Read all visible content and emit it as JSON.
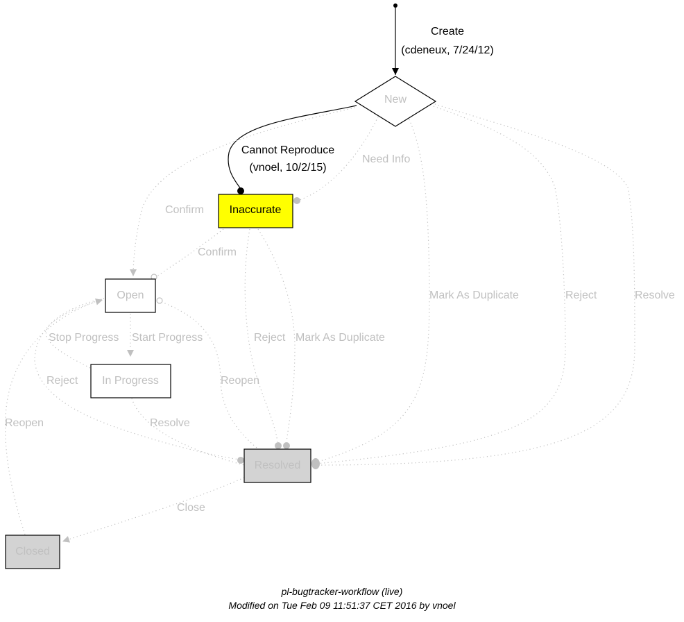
{
  "workflow": {
    "name_line": "pl-bugtracker-workflow (live)",
    "modified_line": "Modified on Tue Feb 09 11:51:37 CET 2016 by vnoel"
  },
  "colors": {
    "inactive_text": "#c0c0c0",
    "inactive_edge": "#c0c0c0",
    "current_state_fill": "#ffff00",
    "terminal_state_fill": "#d3d3d3",
    "active_edge": "#000000"
  },
  "states": {
    "new": {
      "label": "New",
      "shape": "diamond"
    },
    "inaccurate": {
      "label": "Inaccurate",
      "current": true
    },
    "open": {
      "label": "Open"
    },
    "in_progress": {
      "label": "In Progress"
    },
    "resolved": {
      "label": "Resolved",
      "terminal": true
    },
    "closed": {
      "label": "Closed",
      "terminal": true
    }
  },
  "transitions": {
    "create": {
      "label": "Create",
      "meta": "(cdeneux, 7/24/12)",
      "active": true
    },
    "cannot_reproduce": {
      "label": "Cannot Reproduce",
      "meta": "(vnoel, 10/2/15)",
      "active": true
    },
    "need_info": {
      "label": "Need Info"
    },
    "confirm_new_open": {
      "label": "Confirm"
    },
    "confirm_inaccurate_open": {
      "label": "Confirm"
    },
    "mark_dup_new": {
      "label": "Mark As Duplicate"
    },
    "reject_new": {
      "label": "Reject"
    },
    "resolve_new": {
      "label": "Resolve"
    },
    "reject_inaccurate": {
      "label": "Reject"
    },
    "mark_dup_inaccurate": {
      "label": "Mark As Duplicate"
    },
    "stop_progress": {
      "label": "Stop Progress"
    },
    "start_progress": {
      "label": "Start Progress"
    },
    "reject_inprogress": {
      "label": "Reject"
    },
    "reopen_resolved": {
      "label": "Reopen"
    },
    "reopen_closed": {
      "label": "Reopen"
    },
    "resolve_inprogress": {
      "label": "Resolve"
    },
    "close": {
      "label": "Close"
    }
  }
}
